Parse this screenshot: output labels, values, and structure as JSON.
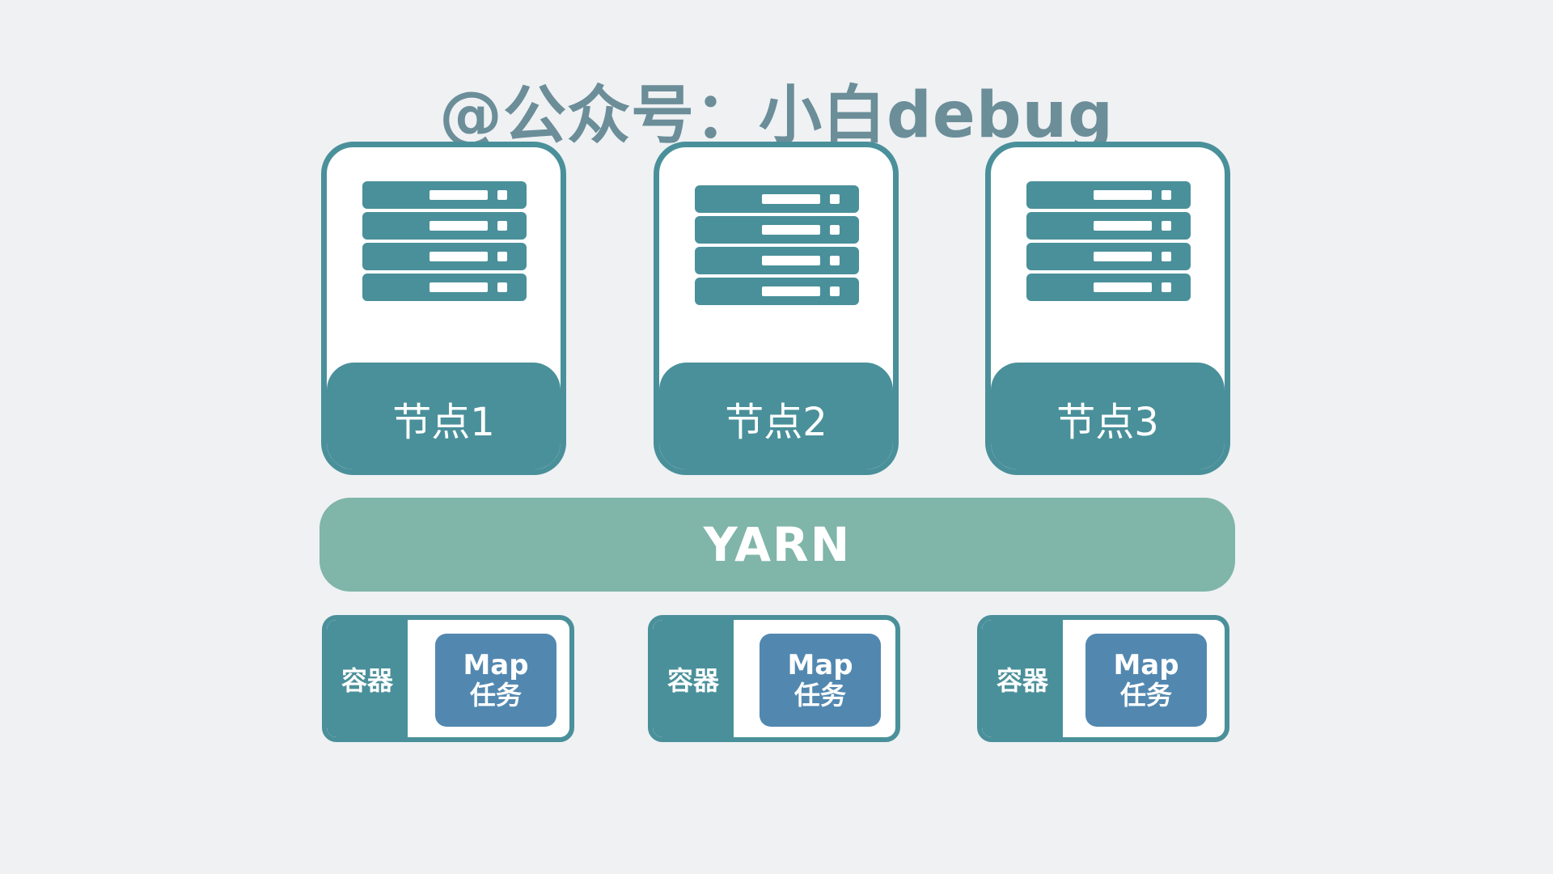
{
  "watermark": "@公众号：小白debug",
  "nodes": [
    {
      "label": "节点1"
    },
    {
      "label": "节点2"
    },
    {
      "label": "节点3"
    }
  ],
  "yarn": {
    "label": "YARN"
  },
  "containers": [
    {
      "label": "容器",
      "task_title": "Map",
      "task_sub": "任务"
    },
    {
      "label": "容器",
      "task_title": "Map",
      "task_sub": "任务"
    },
    {
      "label": "容器",
      "task_title": "Map",
      "task_sub": "任务"
    }
  ],
  "colors": {
    "node": "#4a909a",
    "yarn": "#80b5a9",
    "task": "#5288b0",
    "watermark": "#6b8e99",
    "background": "#eff1f3"
  },
  "icons": [
    "server-rack-icon"
  ]
}
